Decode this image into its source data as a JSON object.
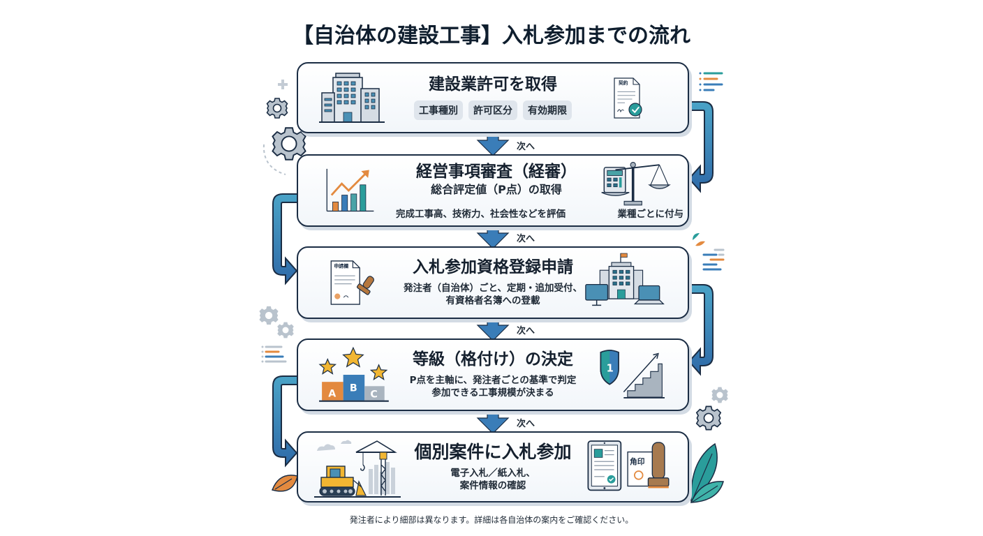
{
  "title": "【自治体の建設工事】入札参加までの流れ",
  "colors": {
    "border": "#1b2d44",
    "arrow_blue": "#3a7db8",
    "arrow_teal": "#4aa3c7",
    "accent_orange": "#e38a3f",
    "accent_teal": "#2a9d9b",
    "accent_yellow": "#f2b632",
    "gray": "#a9b4bf"
  },
  "next_label": "次へ",
  "steps": [
    {
      "title": "建設業許可を取得",
      "tags": [
        "工事種別",
        "許可区分",
        "有効期限"
      ],
      "icon_left": "office-building-icon",
      "icon_right": "contract-document-check-icon",
      "icon_right_label": "契約"
    },
    {
      "title": "経営事項審査（経審）",
      "subtitle": "総合評定値（P点）の取得",
      "description": "完成工事高、技術力、社会性などを評価",
      "side_note": "業種ごとに付与",
      "icon_left": "growth-chart-icon",
      "icon_right": "calculator-scale-icon"
    },
    {
      "title": "入札参加資格登録申請",
      "description_lines": [
        "発注者（自治体）ごと、定期・追加受付、",
        "有資格者名簿への登載"
      ],
      "icon_left": "application-form-stamp-icon",
      "icon_left_label": "申請欄",
      "icon_right": "city-hall-computers-icon"
    },
    {
      "title": "等級（格付け）の決定",
      "description_lines": [
        "P点を主軸に、発注者ごとの基準で判定",
        "参加できる工事規模が決まる"
      ],
      "icon_left": "ranking-podium-stars-icon",
      "podium_labels": [
        "A",
        "B",
        "C"
      ],
      "icon_right": "shield-rank-stairs-icon",
      "shield_label": "1"
    },
    {
      "title": "個別案件に入札参加",
      "description_lines": [
        "電子入札／紙入札、",
        "案件情報の確認"
      ],
      "icon_left": "construction-site-icon",
      "icon_right": "tablet-seal-stamp-icon",
      "seal_label": "角印"
    }
  ],
  "footnote": "発注者により細部は異なります。詳細は各自治体の案内をご確認ください。"
}
